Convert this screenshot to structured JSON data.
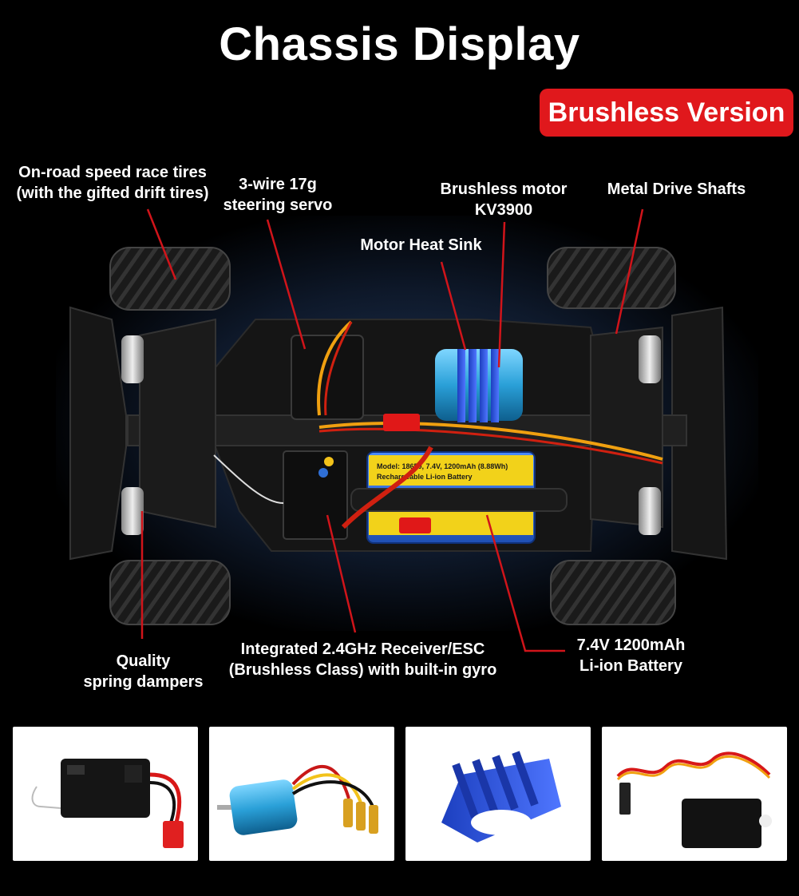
{
  "title": "Chassis Display",
  "badge": "Brushless Version",
  "labels": {
    "tires": [
      "On-road speed race tires",
      "(with the gifted drift tires)"
    ],
    "servo": [
      "3-wire 17g",
      "steering servo"
    ],
    "motor": [
      "Brushless motor",
      "KV3900"
    ],
    "drive_shafts": [
      "Metal Drive Shafts"
    ],
    "heat_sink": [
      "Motor Heat Sink"
    ],
    "dampers": [
      "Quality",
      "spring dampers"
    ],
    "receiver": [
      "Integrated 2.4GHz Receiver/ESC",
      "(Brushless Class) with built-in gyro"
    ],
    "battery": [
      "7.4V 1200mAh",
      "Li-ion Battery"
    ]
  },
  "battery_print": {
    "line1": "Model: 18650, 7.4V, 1200mAh (8.88Wh)",
    "line2": "Rechargeable Li-ion Battery"
  },
  "colors": {
    "accent_red": "#e0181c",
    "arrow_red": "#d0141a",
    "motor_blue": "#2aa0d8",
    "battery_blue": "#2f6fd6",
    "battery_yellow": "#f2d21a"
  }
}
